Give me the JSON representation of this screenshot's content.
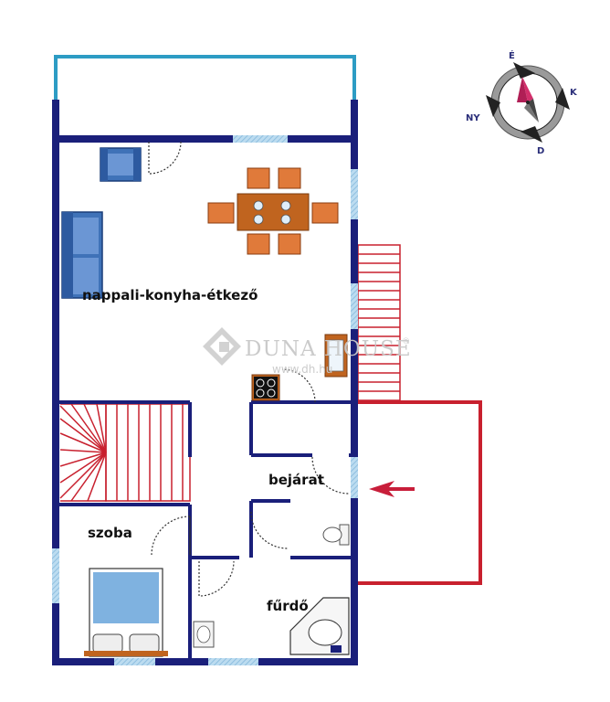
{
  "rooms": {
    "living": "nappali-konyha-étkező",
    "entrance": "bejárat",
    "bedroom": "szoba",
    "bathroom": "fűrdő"
  },
  "watermark": {
    "brand": "DUNA HOUSE",
    "registered": "®",
    "url": "www.dh.hu"
  },
  "compass": {
    "north": "É",
    "east": "K",
    "south": "D",
    "west": "NY"
  },
  "colors": {
    "wall": "#1a1f7a",
    "balcony": "#2d9cc4",
    "stairs": "#c8202e",
    "window": "#9ec9e6",
    "chair": "#e07a3a",
    "table": "#c0641f",
    "furniture": "#3f72b8",
    "bed": "#7fb2e0",
    "arrow": "#c81e3a"
  },
  "icons": [
    "compass-icon",
    "entrance-arrow-icon",
    "stove-icon",
    "sink-icon",
    "toilet-icon",
    "bathtub-icon",
    "washbasin-icon"
  ]
}
